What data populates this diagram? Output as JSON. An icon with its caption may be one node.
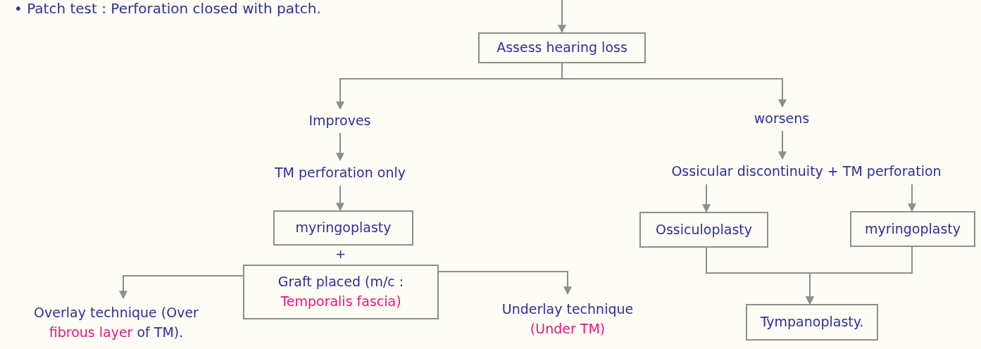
{
  "diagram": {
    "nodes": [
      {
        "text": [
          "Assess hearing loss"
        ]
      },
      {
        "text": [
          "Improves"
        ]
      },
      {
        "text": [
          "worsens"
        ]
      },
      {
        "text": [
          "TM perforation only"
        ]
      },
      {
        "text": [
          "myringoplasty"
        ]
      },
      {
        "text": [
          "Graft placed (m/c :",
          "Temporalis fascia)"
        ]
      },
      {
        "text": [
          "Overlay technique (Over",
          "fibrous layer",
          "of TM)."
        ]
      },
      {
        "text": [
          "Underlay technique",
          "(Under TM)"
        ]
      },
      {
        "text": [
          "Ossicular discontinuity + TM perforation"
        ]
      },
      {
        "text": [
          "Ossiculoplasty"
        ]
      },
      {
        "text": [
          "myringoplasty"
        ]
      },
      {
        "text": [
          "Tympanoplasty."
        ]
      }
    ],
    "edges": [
      {
        "from": null,
        "to": 0,
        "arrow": "to"
      },
      {
        "from": 0,
        "to": 1,
        "arrow": "to"
      },
      {
        "from": 0,
        "to": 2,
        "arrow": "to"
      },
      {
        "from": 1,
        "to": 3,
        "arrow": "to"
      },
      {
        "from": 3,
        "to": 4,
        "arrow": "to"
      },
      {
        "from": 5,
        "to": 6,
        "arrow": "to"
      },
      {
        "from": 5,
        "to": 7,
        "arrow": "to"
      },
      {
        "from": 2,
        "to": 8,
        "arrow": "to"
      },
      {
        "from": 8,
        "to": 9,
        "arrow": "to"
      },
      {
        "from": 8,
        "to": 10,
        "arrow": "to"
      },
      {
        "from": 9,
        "to": 11,
        "arrow": "to"
      },
      {
        "from": 10,
        "to": 11,
        "arrow": "to"
      }
    ],
    "labels": [
      "• Patch test : Perforation closed with patch.",
      "+"
    ]
  }
}
